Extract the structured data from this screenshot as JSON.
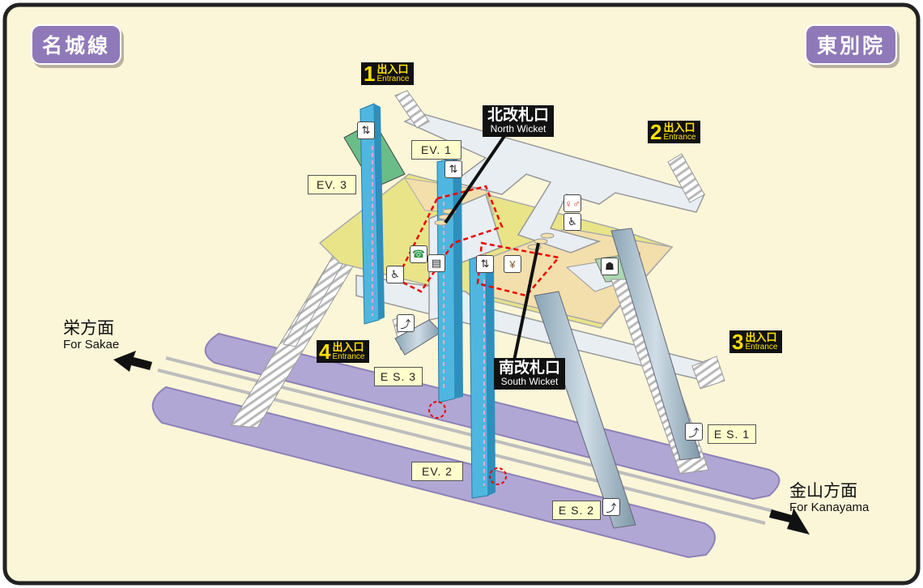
{
  "title_left": "名城線",
  "title_right": "東別院",
  "entrances": [
    {
      "number": "1",
      "jp": "出入口",
      "en": "Entrance"
    },
    {
      "number": "2",
      "jp": "出入口",
      "en": "Entrance"
    },
    {
      "number": "3",
      "jp": "出入口",
      "en": "Entrance"
    },
    {
      "number": "4",
      "jp": "出入口",
      "en": "Entrance"
    }
  ],
  "wickets": {
    "north": {
      "jp": "北改札口",
      "en": "North Wicket"
    },
    "south": {
      "jp": "南改札口",
      "en": "South Wicket"
    }
  },
  "elevators": [
    "EV. 1",
    "EV. 2",
    "EV. 3"
  ],
  "escalators": [
    "E S. 1",
    "E S. 2",
    "E S. 3"
  ],
  "directions": {
    "left": {
      "jp": "栄方面",
      "en": "For Sakae"
    },
    "right": {
      "jp": "金山方面",
      "en": "For Kanayama"
    }
  },
  "icons": [
    "elevator-icon",
    "toilet-icon",
    "accessible-toilet-icon",
    "phone-icon",
    "ticket-machine-icon",
    "fare-adjust-icon",
    "station-office-icon",
    "escalator-icon",
    "wheelchair-ramp-icon"
  ],
  "colors": {
    "background": "#fbf6d8",
    "frame": "#222222",
    "platform": "#b1a7d4",
    "concourse_yellow": "#e9e488",
    "concourse_beige": "#f3dfac",
    "elevator_blue": "#4fb6e0",
    "label_purple": "#8f79b9",
    "label_yellow": "#ffe000"
  }
}
